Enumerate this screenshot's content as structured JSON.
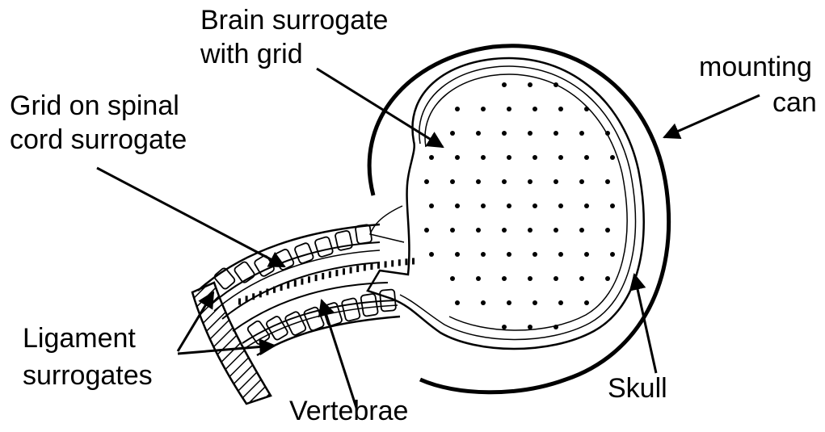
{
  "labels": {
    "brain_line1": "Brain surrogate",
    "brain_line2": "with grid",
    "grid_line1": "Grid on spinal",
    "grid_line2": "cord surrogate",
    "mounting_line1": "mounting",
    "mounting_line2": "can",
    "ligament_line1": "Ligament",
    "ligament_line2": "surrogates",
    "vertebrae": "Vertebrae",
    "skull": "Skull"
  },
  "colors": {
    "ink": "#000000",
    "background": "#ffffff"
  }
}
